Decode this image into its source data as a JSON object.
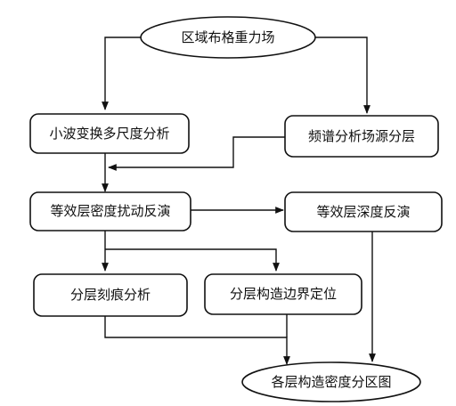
{
  "nodes": {
    "start": "区域布格重力场",
    "wavelet": "小波变换多尺度分析",
    "spectrum": "频谱分析场源分层",
    "density_inversion": "等效层密度扰动反演",
    "depth_inversion": "等效层深度反演",
    "lineament": "分层刻痕分析",
    "boundary": "分层构造边界定位",
    "result": "各层构造密度分区图"
  },
  "edges": [
    {
      "from": "start",
      "to": "wavelet"
    },
    {
      "from": "start",
      "to": "spectrum"
    },
    {
      "from": "spectrum",
      "to": "density_inversion"
    },
    {
      "from": "wavelet",
      "to": "density_inversion"
    },
    {
      "from": "density_inversion",
      "to": "depth_inversion"
    },
    {
      "from": "density_inversion",
      "to": "lineament"
    },
    {
      "from": "density_inversion",
      "to": "boundary"
    },
    {
      "from": "lineament",
      "to": "result"
    },
    {
      "from": "boundary",
      "to": "result"
    },
    {
      "from": "depth_inversion",
      "to": "result"
    }
  ],
  "colors": {
    "stroke": "#111111",
    "fill": "#ffffff"
  }
}
